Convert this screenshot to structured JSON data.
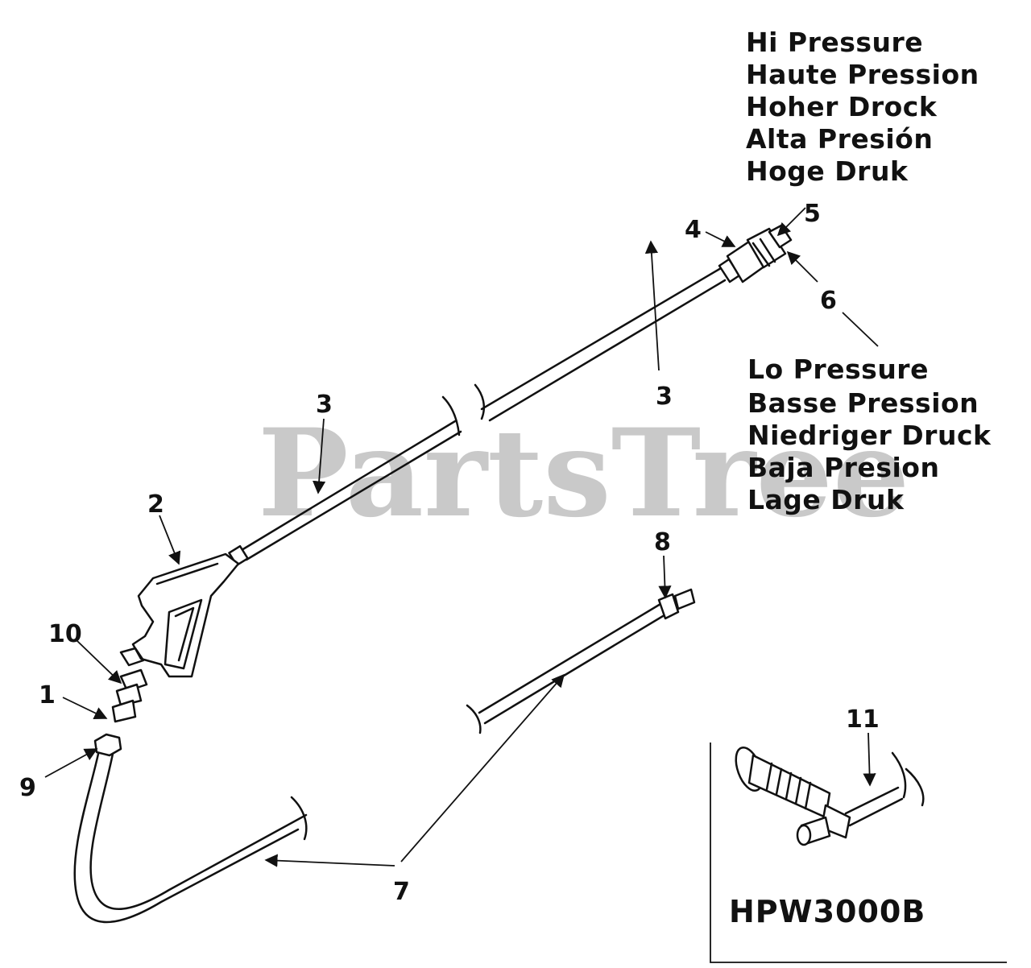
{
  "watermark": "PartsTree",
  "model": "HPW3000B",
  "hi_pressure_labels": [
    "Hi Pressure",
    "Haute Pression",
    "Hoher Drock",
    "Alta Presión",
    "Hoge Druk"
  ],
  "lo_pressure_labels": [
    "Lo Pressure",
    "Basse Pression",
    "Niedriger  Druck",
    "Baja Presion",
    "Lage Druk"
  ],
  "callouts": {
    "c1": "1",
    "c2": "2",
    "c3a": "3",
    "c3b": "3",
    "c4": "4",
    "c5": "5",
    "c6": "6",
    "c7": "7",
    "c8": "8",
    "c9": "9",
    "c10": "10",
    "c11": "11"
  },
  "colors": {
    "ink": "#111111",
    "watermark": "#c9c9c9",
    "background": "#ffffff"
  }
}
